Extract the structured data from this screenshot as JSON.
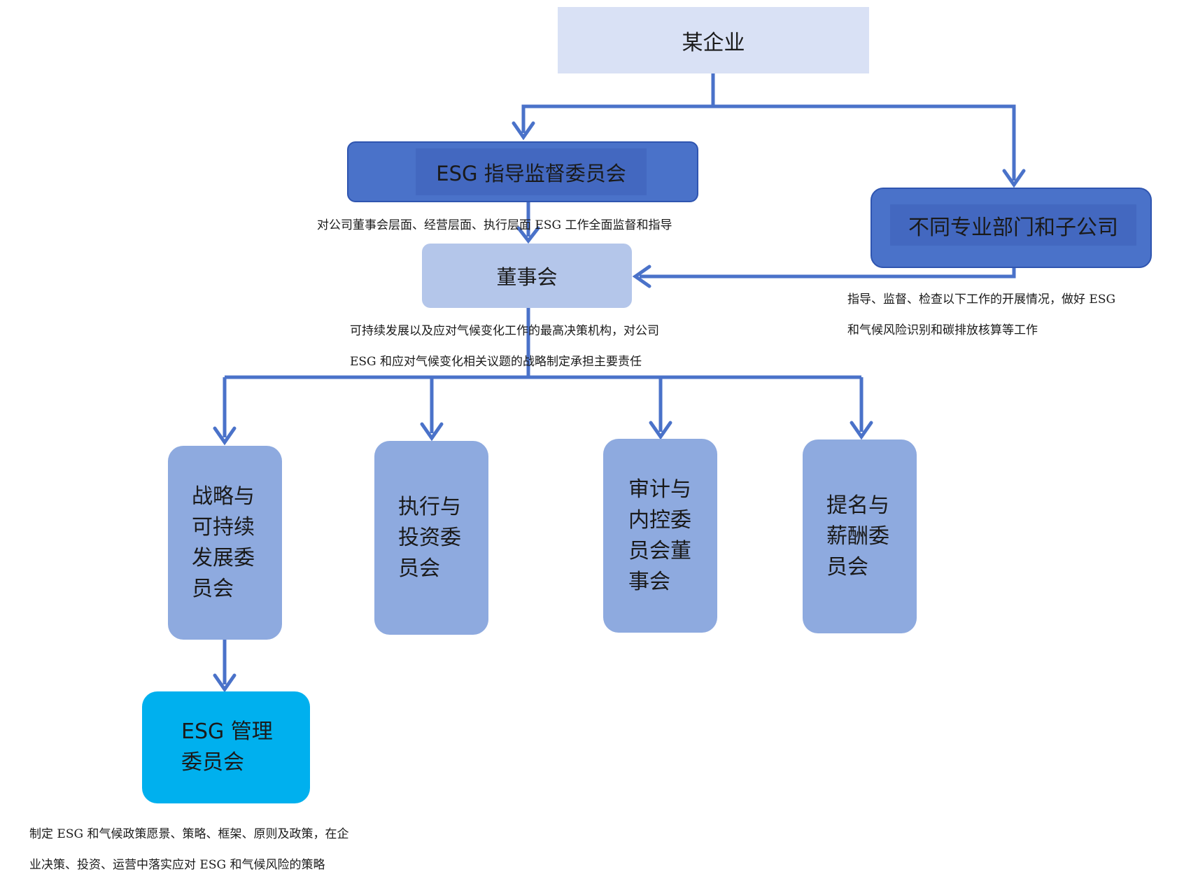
{
  "nodes": {
    "company": "某企业",
    "esg_steering_committee": "ESG 指导监督委员会",
    "departments": "不同专业部门和子公司",
    "board": "董事会",
    "strategy_committee": "战略与\n可持续\n发展委\n员会",
    "execution_committee": "执行与\n投资委\n员会",
    "audit_committee": "审计与\n内控委\n员会董\n事会",
    "nomination_committee": "提名与\n薪酬委\n员会",
    "esg_management_committee": "ESG 管理\n委员会"
  },
  "notes": {
    "esg_steering": "对公司董事会层面、经营层面、执行层面 ESG 工作全面监督和指导",
    "board": "可持续发展以及应对气候变化工作的最高决策机构，对公司\nESG 和应对气候变化相关议题的战略制定承担主要责任",
    "departments": "指导、监督、检查以下工作的开展情况，做好 ESG\n和气候风险识别和碳排放核算等工作",
    "esg_management": "制定 ESG 和气候政策愿景、策略、框架、原则及政策，在企\n业决策、投资、运营中落实应对 ESG 和气候风险的策略"
  },
  "colors": {
    "connector": "#4a72c9",
    "company_fill": "#d9e1f5",
    "steering_fill": "#4a72c9",
    "board_fill": "#b4c6ea",
    "committee_fill": "#8eaadf",
    "esg_management_fill": "#00b0ee"
  }
}
